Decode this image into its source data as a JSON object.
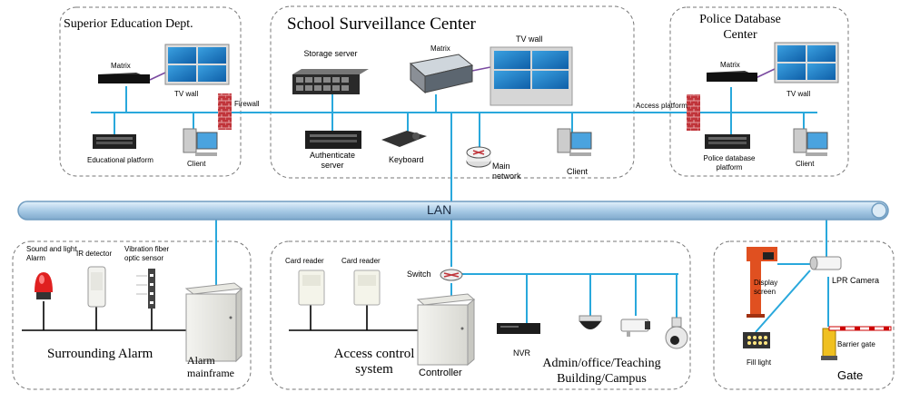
{
  "zones": {
    "superior": "Superior Education Dept.",
    "surveillance": "School Surveillance Center",
    "police": "Police Database Center",
    "alarm": "Surrounding Alarm",
    "access": "Access control system",
    "admin": "Admin/office/Teaching Building/Campus",
    "gate": "Gate"
  },
  "network": {
    "lan": "LAN",
    "firewall": "Firewall",
    "access_platform": "Access platform",
    "switch": "Switch"
  },
  "devices": {
    "matrix_left": "Matrix",
    "tvwall_left": "TV wall",
    "edu_platform": "Educational platform",
    "client_left": "Client",
    "storage": "Storage server",
    "matrix_center": "Matrix",
    "tvwall_center": "TV wall",
    "auth_server": "Authenticate server",
    "keyboard": "Keyboard",
    "main_network": "Main network",
    "client_center": "Client",
    "matrix_right": "Matrix",
    "tvwall_right": "TV wall",
    "police_platform": "Police database platform",
    "client_right": "Client",
    "sound_alarm": "Sound and light Alarm",
    "ir_detector": "IR detector",
    "vibration_sensor": "Vibration fiber optic sensor",
    "alarm_mainframe": "Alarm mainframe",
    "card_reader_1": "Card reader",
    "card_reader_2": "Card reader",
    "controller": "Controller",
    "nvr": "NVR",
    "display_screen": "Display screen",
    "lpr_camera": "LPR Camera",
    "fill_light": "Fill light",
    "barrier_gate": "Barrier gate"
  },
  "colors": {
    "line": "#29a8dc",
    "lan_fill": "#bcd8ec",
    "lan_stroke": "#6f9cc0",
    "firewall": "#c0343a",
    "zone_border": "#777777"
  }
}
